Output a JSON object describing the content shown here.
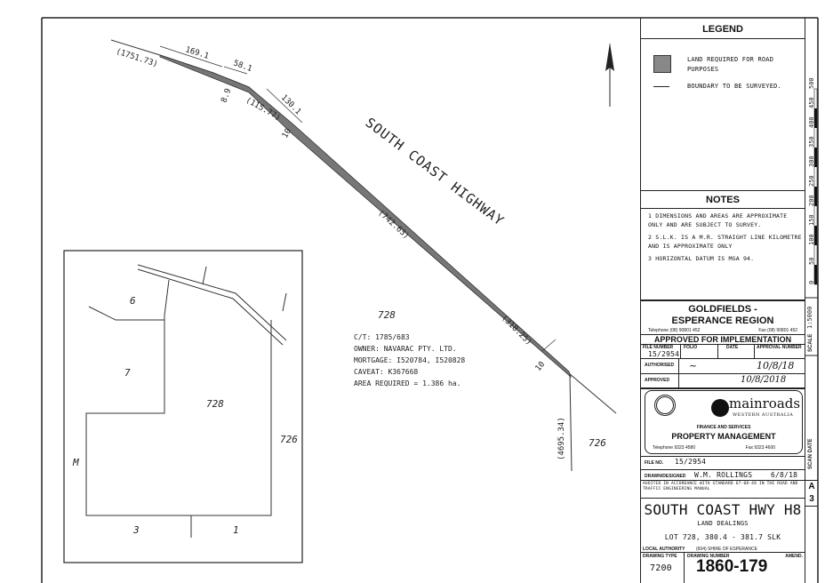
{
  "drawing": {
    "road_name": "SOUTH COAST HIGHWAY",
    "dimensions": {
      "d1": "(1751.73)",
      "d2": "169.1",
      "d3": "58.1",
      "d4": "8.9",
      "d5": "(115.77)",
      "d6": "130.1",
      "d7": "10",
      "d8": "(742.63)",
      "d9": "(318.25)",
      "d10": "10",
      "d11": "(4695.34)"
    },
    "lots": {
      "main": "728",
      "east": "726"
    },
    "details": [
      "C/T: 1785/683",
      "OWNER: NAVARAC PTY. LTD.",
      "MORTGAGE: I520784, I520828",
      "CAVEAT: K367668",
      "AREA  REQUIRED  =  1.386  ha."
    ],
    "inset_lots": {
      "l6": "6",
      "l7": "7",
      "l728": "728",
      "l726": "726",
      "lM": "M",
      "l3": "3",
      "l1": "1"
    }
  },
  "legend": {
    "title": "LEGEND",
    "items": [
      {
        "label": "LAND REQUIRED FOR ROAD PURPOSES",
        "swatch": "#888888"
      },
      {
        "label": "BOUNDARY TO BE SURVEYED."
      }
    ]
  },
  "notes": {
    "title": "NOTES",
    "items": [
      "1  DIMENSIONS AND AREAS ARE APPROXIMATE ONLY AND ARE SUBJECT TO SURVEY.",
      "2  S.L.K. IS A M.R. STRAIGHT LINE KILOMETRE AND IS APPROXIMATE ONLY",
      "3  HORIZONTAL DATUM IS MGA 94."
    ]
  },
  "scale": {
    "ticks": [
      "0",
      "50",
      "100",
      "150",
      "200",
      "250",
      "300",
      "350",
      "400",
      "450",
      "500"
    ],
    "label": "SCALE",
    "value": "1:5000",
    "scan_date": "SCAN DATE"
  },
  "region": {
    "name": "GOLDFIELDS - ESPERANCE REGION",
    "telephone": "Telephone (08) 90801 452",
    "fax": "Fax (08) 90801 452"
  },
  "approval": {
    "title": "APPROVED FOR IMPLEMENTATION",
    "file_number_label": "FILE NUMBER",
    "file_number": "15/2954",
    "folio_label": "FOLIO",
    "date_label": "DATE",
    "approval_number_label": "APPROVAL NUMBER",
    "authorised_label": "AUTHORISED",
    "authorised_date": "10/8/18",
    "approved_label": "APPROVED",
    "approved_date": "10/8/2018"
  },
  "agency": {
    "brand": "mainroads",
    "brand_sub": "WESTERN AUSTRALIA",
    "dept": "FINANCE AND SERVICES",
    "unit": "PROPERTY MANAGEMENT",
    "telephone": "Telephone  9323 4580",
    "fax": "Fax  9323 4600"
  },
  "file_no": {
    "label": "FILE No.",
    "value": "15/2954"
  },
  "drawn": {
    "label": "DRAWN/DESIGNED",
    "name": "W.M. ROLLINGS",
    "date": "6/8/18"
  },
  "audit": "AUDITED IN ACCORDANCE WITH STANDARD 67-08-48 IN THE ROAD AND TRAFFIC ENGINEERING MANUAL",
  "sheet": {
    "size": "A",
    "number": "3"
  },
  "title": {
    "main": "SOUTH COAST HWY H8",
    "sub": "LAND DEALINGS",
    "lot": "LOT 728, 380.4 - 381.7 SLK"
  },
  "local_authority": {
    "label": "LOCAL AUTHORITY",
    "value": "(604)  SHIRE OF ESPERANCE"
  },
  "drawing_type": {
    "label": "DRAWING TYPE",
    "value": "7200"
  },
  "drawing_number": {
    "label": "DRAWING NUMBER",
    "value": "1860-179"
  },
  "amend_label": "AMEND."
}
